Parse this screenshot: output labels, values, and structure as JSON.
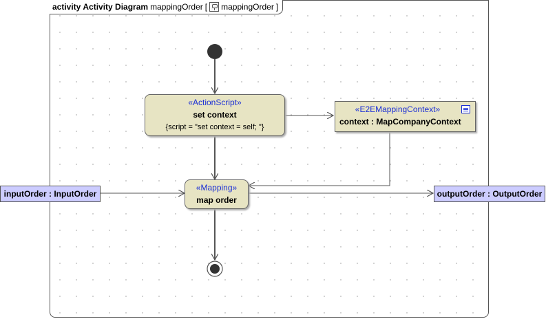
{
  "frame": {
    "kind": "activity",
    "diagram_type": "Activity Diagram",
    "name": "mappingOrder",
    "bracket_open": "[",
    "parameter": "mappingOrder",
    "bracket_close": "]"
  },
  "nodes": {
    "set_context": {
      "stereotype": "«ActionScript»",
      "name": "set context",
      "tagged_value": "{script = \"set context = self; \"}"
    },
    "context_object": {
      "stereotype": "«E2EMappingContext»",
      "name": "context : MapCompanyContext",
      "icon": "list-icon"
    },
    "map_order": {
      "stereotype": "«Mapping»",
      "name": "map order"
    },
    "input_pin": {
      "label": "inputOrder : InputOrder"
    },
    "output_pin": {
      "label": "outputOrder : OutputOrder"
    }
  },
  "colors": {
    "action_fill": "#e7e4c3",
    "stereotype_text": "#1a2ed6",
    "pin_fill": "#ccccff",
    "initial_node": "#333333"
  }
}
